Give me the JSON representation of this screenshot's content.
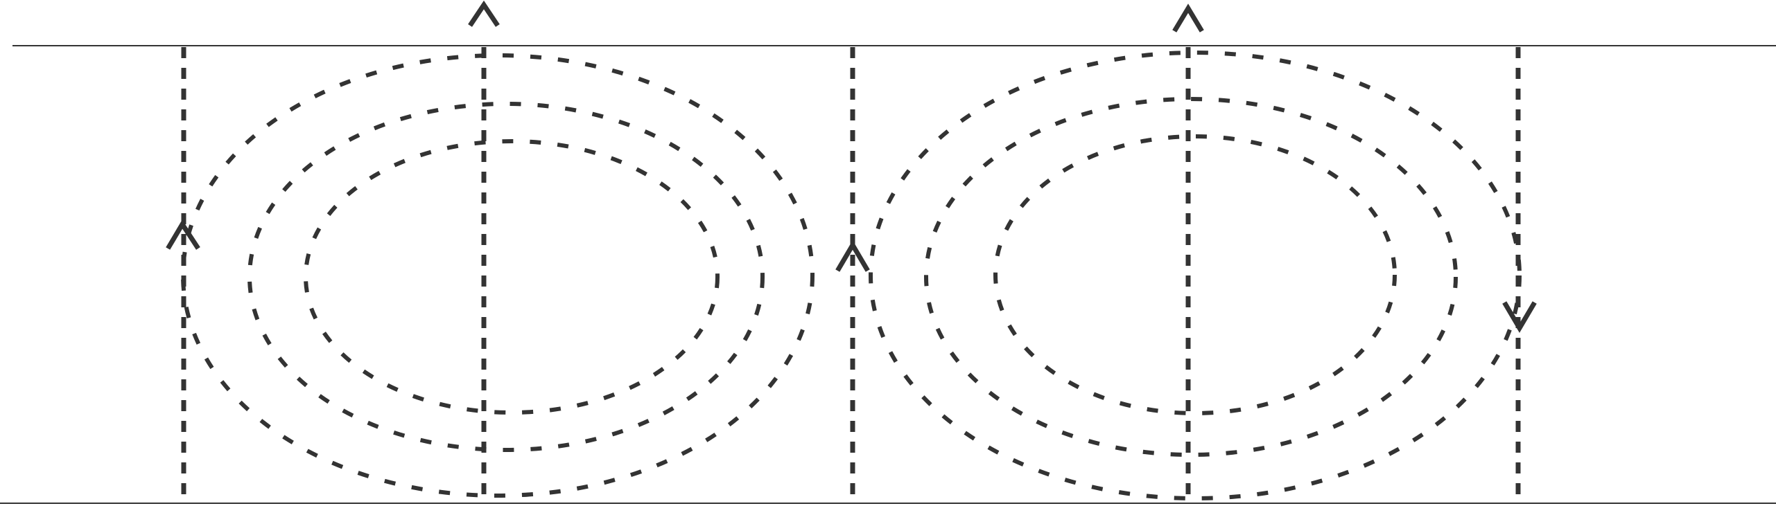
{
  "diagram": {
    "description_text": "",
    "colors": {
      "background": "#ffffff",
      "boundary": "#333333",
      "field_lines": "#333333"
    },
    "elements": {
      "boundaries": [
        "top-boundary",
        "bottom-boundary"
      ],
      "vertical_lines": 5,
      "loop_cells": 2,
      "ellipses_per_cell": 3,
      "arrow_directions": [
        "up",
        "up",
        "up",
        "up",
        "down"
      ]
    }
  }
}
